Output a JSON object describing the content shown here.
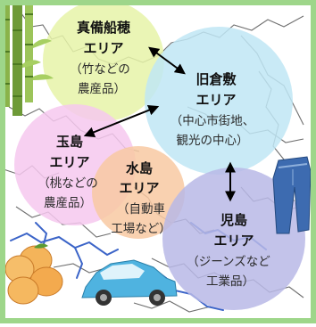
{
  "colors": {
    "page_border": "#9ed68a",
    "map_bg": "#ffffff",
    "boundary": "#6f6f6f",
    "river": "#3b64c8",
    "arrow": "#000000"
  },
  "areas": [
    {
      "id": "mabi-funaho",
      "title_line1": "真備船穂",
      "title_line2": "エリア",
      "sub_line1": "（竹などの",
      "sub_line2": "農産品）",
      "color": "#e6f3a8",
      "icon": "bamboo-icon"
    },
    {
      "id": "kyu-kurashiki",
      "title_line1": "旧倉敷",
      "title_line2": "エリア",
      "sub_line1": "（中心市街地、",
      "sub_line2": "観光の中心）",
      "color": "#bfe6f4",
      "icon": "none"
    },
    {
      "id": "tamashima",
      "title_line1": "玉島",
      "title_line2": "エリア",
      "sub_line1": "（桃などの",
      "sub_line2": "農産品）",
      "color": "#f6c8ee",
      "icon": "peach-icon"
    },
    {
      "id": "mizushima",
      "title_line1": "水島",
      "title_line2": "エリア",
      "sub_line1": "（自動車",
      "sub_line2": "工場など）",
      "color": "#f8c9a2",
      "icon": "car-icon"
    },
    {
      "id": "kojima",
      "title_line1": "児島",
      "title_line2": "エリア",
      "sub_line1": "（ジーンズなど",
      "sub_line2": "工業品）",
      "color": "#b9b8e6",
      "icon": "jeans-icon"
    }
  ],
  "links": [
    {
      "from": "mabi-funaho",
      "to": "kyu-kurashiki",
      "type": "bidirectional"
    },
    {
      "from": "tamashima",
      "to": "kyu-kurashiki",
      "type": "bidirectional"
    },
    {
      "from": "kyu-kurashiki",
      "to": "kojima",
      "type": "bidirectional"
    }
  ]
}
